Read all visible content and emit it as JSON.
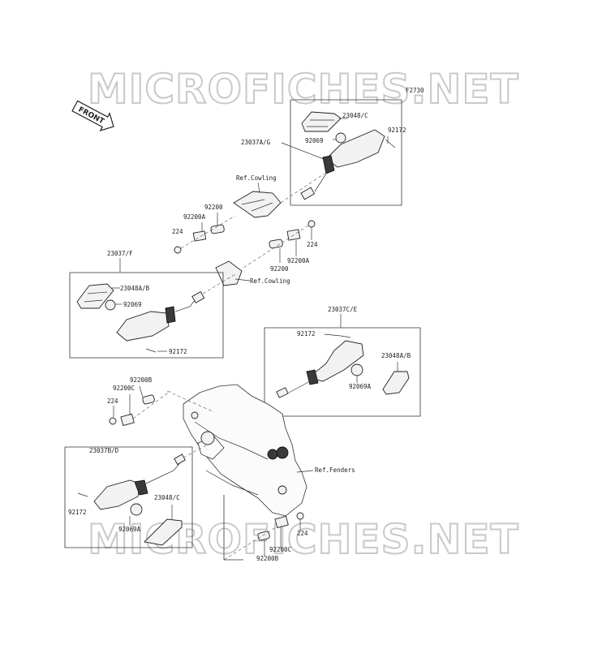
{
  "watermark": {
    "top_text": "MICROFICHES.NET",
    "bottom_text": "MICROFICHES.NET"
  },
  "figure_code": "F2730",
  "front_badge": "FRONT",
  "labels": {
    "top_right_group": {
      "assembly": "23037A/G",
      "lens": "23048/C",
      "bulb": "92069",
      "screw": "92172"
    },
    "ref_cowling_upper": "Ref.Cowling",
    "upper_left_brackets": {
      "plate_a": "92200A",
      "plate": "92200",
      "bolt": "224"
    },
    "upper_right_brackets": {
      "bolt": "224",
      "plate_a": "92200A",
      "plate": "92200"
    },
    "left_group": {
      "assembly": "23037/F",
      "lens": "23048A/B",
      "bulb": "92069",
      "screw": "92172"
    },
    "ref_cowling_lower": "Ref.Cowling",
    "right_group": {
      "assembly": "23037C/E",
      "screw": "92172",
      "lens": "23048A/B",
      "bulb": "92069A"
    },
    "rear_left_brackets": {
      "plate_b": "92200B",
      "plate_c": "92200C",
      "bolt": "224"
    },
    "rear_group": {
      "assembly": "23037B/D",
      "lens": "23048/C",
      "screw": "92172",
      "bulb": "92069A"
    },
    "ref_fenders": "Ref.Fenders",
    "rear_right_brackets": {
      "bolt": "224",
      "plate_c": "92200C",
      "plate_b": "92200B"
    }
  }
}
